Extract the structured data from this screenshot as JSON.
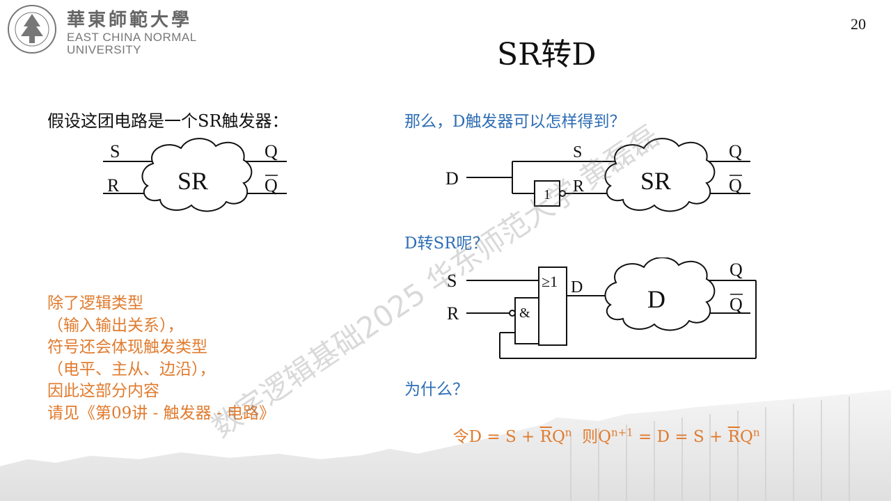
{
  "header": {
    "logo_cn": "華東師範大學",
    "logo_en_line1": "EAST CHINA NORMAL",
    "logo_en_line2": "UNIVERSITY",
    "page_number": "20"
  },
  "title": "SR转D",
  "left": {
    "intro": "假设这团电路是一个SR触发器：",
    "diagram": {
      "in1": "S",
      "in2": "R",
      "center": "SR",
      "out1": "Q",
      "out2": "Q"
    },
    "note_lines": [
      "除了逻辑类型",
      "（输入输出关系），",
      "符号还会体现触发类型",
      "（电平、主从、边沿），",
      "因此这部分内容",
      "请见《第09讲 - 触发器 - 电路》"
    ]
  },
  "right": {
    "question1": "那么，D触发器可以怎样得到？",
    "diagram1": {
      "input": "D",
      "s": "S",
      "r": "R",
      "not_gate": "1",
      "center": "SR",
      "out1": "Q",
      "out2": "Q"
    },
    "question2": "D转SR呢？",
    "diagram2": {
      "s": "S",
      "r": "R",
      "or_gate": "≥1",
      "and_gate": "&",
      "d": "D",
      "center": "D",
      "out1": "Q",
      "out2": "Q"
    },
    "question3": "为什么？",
    "formula": {
      "prefix": "令D = S + ",
      "rbar": "R",
      "q": "Q",
      "sup_n": "n",
      "mid": "  则Q",
      "sup_n1": "n+1",
      "eq": " = D = S + "
    }
  },
  "watermark": "数字逻辑基础2025 华东师范大学 黄磊磊"
}
